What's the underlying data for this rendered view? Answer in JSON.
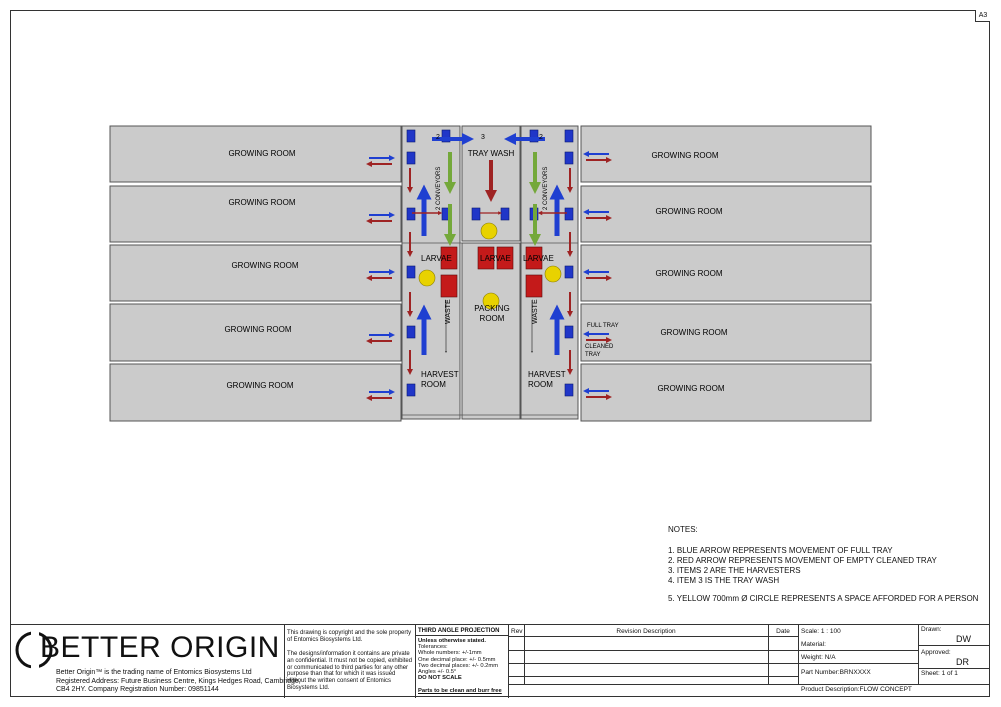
{
  "sheet": {
    "size": "A3"
  },
  "rooms_left": [
    "GROWING ROOM",
    "GROWING ROOM",
    "GROWING ROOM",
    "GROWING ROOM",
    "GROWING ROOM"
  ],
  "rooms_right": [
    "GROWING ROOM",
    "GROWING ROOM",
    "GROWING ROOM",
    "GROWING ROOM",
    "GROWING ROOM"
  ],
  "labels": {
    "tray_wash": "TRAY WASH",
    "conveyors": "2 CONVEYORS",
    "larvae": "LARVAE",
    "packing": [
      "PACKING",
      "ROOM"
    ],
    "waste": "WASTE",
    "harvest": [
      "HARVEST",
      "ROOM"
    ],
    "full_tray": "FULL TRAY",
    "cleaned_tray": [
      "CLEANED",
      "TRAY"
    ],
    "item_2": "2",
    "item_3": "3"
  },
  "colors": {
    "room_fill": "#cbcbcb",
    "blue_arrow": "#1f3fd1",
    "red_arrow": "#9e2323",
    "green_arrow": "#74a83a",
    "yellow_circle": "#e8d200",
    "harvester": "#2036c8",
    "larvae_box": "#c41a1a"
  },
  "notes": {
    "heading": "NOTES:",
    "items": [
      "1. BLUE ARROW REPRESENTS MOVEMENT OF FULL TRAY",
      "2. RED ARROW REPRESENTS MOVEMENT OF EMPTY CLEANED TRAY",
      "3. ITEMS 2 ARE THE HARVESTERS",
      "4. ITEM 3 IS THE TRAY WASH",
      "5. YELLOW 700mm Ø CIRCLE REPRESENTS A SPACE AFFORDED FOR A PERSON"
    ]
  },
  "title_block": {
    "logo_text": "BETTER ORIGIN",
    "trading_line": "Better Origin™ is the trading name of Entomics Biosystems Ltd",
    "address_line": "Registered Address: Future Business Centre, Kings Hedges Road, Cambridge,",
    "company_line": "CB4 2HY. Company Registration Number: 09851144",
    "copyright_1": "This drawing is copyright and the sole property of Entomics Biosystems Ltd.",
    "copyright_2": "The designs/information it contains are private an confidential. It must not be copied, exhibited or communicated to third parties for any other purpose than that for which it was issued without the written consent of Entomics Biosystems Ltd.",
    "projection": "THIRD ANGLE PROJECTION",
    "tolerance_lines": [
      "Unless otherwise stated.",
      "Tolerances:",
      "Whole numbers: +/-1mm",
      "One decimal place: +/- 0.5mm",
      "Two decimal places: +/- 0.2mm",
      "Angles +/- 0.5°",
      "DO NOT SCALE"
    ],
    "finish": "Parts to be clean and burr free",
    "rev_header": "Rev",
    "revision_header": "Revision Description",
    "date_header": "Date",
    "scale": "Scale: 1 : 100",
    "material": "Material:",
    "weight": "Weight: N/A",
    "part_number": "Part Number:BRNXXXX",
    "product_description": "Product Description:FLOW CONCEPT",
    "drawn_label": "Drawn:",
    "drawn_value": "DW",
    "approved_label": "Approved:",
    "approved_value": "DR",
    "sheet": "Sheet: 1 of 1"
  }
}
